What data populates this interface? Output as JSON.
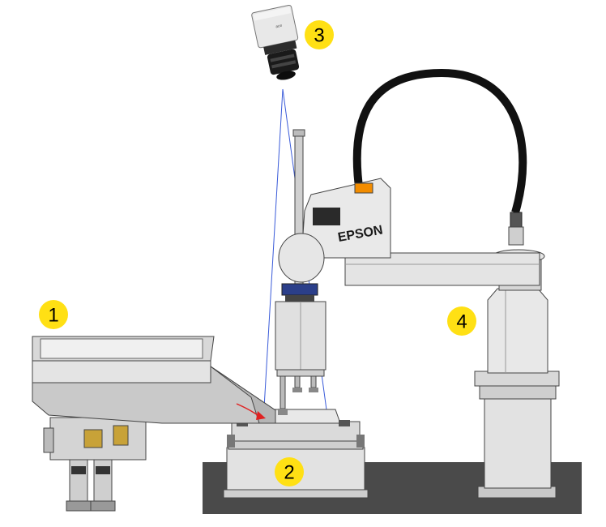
{
  "badges": {
    "badge_1": "1",
    "badge_2": "2",
    "badge_3": "3",
    "badge_4": "4"
  },
  "robot": {
    "brand": "EPSON"
  },
  "colors": {
    "badge_fill": "#FFE014",
    "base_dark": "#4a4a4a",
    "cable": "#111111",
    "metal": "#d9d9d9",
    "view_line": "#3a5bd9",
    "accent_orange": "#f28c00",
    "arrow_red": "#e02020"
  },
  "icons": {
    "camera": "industrial-camera-icon",
    "robot": "scara-robot-icon",
    "feeder": "vibratory-feeder-icon",
    "table": "work-table-icon"
  }
}
